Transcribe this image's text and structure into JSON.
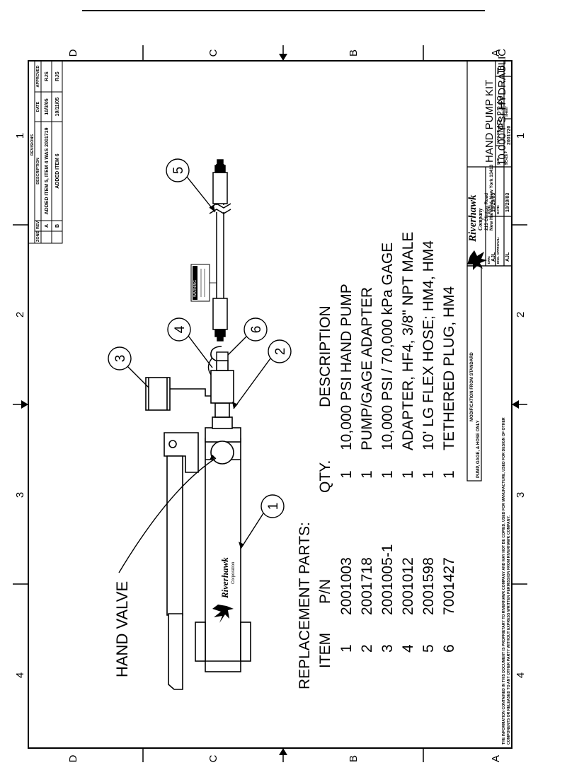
{
  "zone_letters": [
    "D",
    "C",
    "B",
    "A"
  ],
  "zone_numbers": [
    "1",
    "2",
    "3",
    "4"
  ],
  "callout_hand_valve": "HAND VALVE",
  "parts_list": {
    "title": "REPLACEMENT PARTS:",
    "headers": [
      "ITEM",
      "P/N",
      "QTY.",
      "DESCRIPTION"
    ],
    "rows": [
      [
        "1",
        "2001003",
        "1",
        "10,000 PSI HAND PUMP"
      ],
      [
        "2",
        "2001718",
        "1",
        "PUMP/GAGE ADAPTER"
      ],
      [
        "3",
        "2001005-1",
        "1",
        "10,000 PSI / 70,000 kPa GAGE"
      ],
      [
        "4",
        "2001012",
        "1",
        "ADAPTER, HF4, 3/8\" NPT MALE"
      ],
      [
        "5",
        "2001598",
        "1",
        "10' LG FLEX HOSE; HM4, HM4"
      ],
      [
        "6",
        "7001427",
        "1",
        "TETHERED PLUG, HM4"
      ]
    ]
  },
  "balloons": [
    "1",
    "2",
    "3",
    "4",
    "5",
    "6"
  ],
  "pump_logo": {
    "name": "Riverhawk",
    "sub": "Corporation"
  },
  "hose_tag_text": "WARNING",
  "revisions": {
    "title": "REVISIONS",
    "headers": [
      "ZONE",
      "REV",
      "DESCRIPTION",
      "DATE",
      "APPROVED"
    ],
    "rows": [
      [
        "",
        "A",
        "ADDED ITEM 5, ITEM 4 WAS 2001719",
        "10/3/05",
        "RJS"
      ],
      [
        "",
        "B",
        "ADDED ITEM 6",
        "10/11/05",
        "RJS"
      ]
    ]
  },
  "title_block": {
    "company": "Riverhawk",
    "company_sub": "Company",
    "address1": "215 Clinton Road",
    "address2": "New Hartford, New York 13413",
    "title_line1": "10,000 PSI HYDRAULIC",
    "title_line2": "HAND PUMP KIT",
    "size_label": "SIZE",
    "dwg_label": "DWG NO.",
    "dwg_no": "MP-2349",
    "rev_label": "REV",
    "rev": "B",
    "scale_label": "SCALE",
    "part_no": "2001720",
    "sheet_label": "SHEET",
    "drawn_label": "DRN:",
    "drawn_by": "AJL",
    "date_label": "DATE:",
    "drawn_date": "10/20/03",
    "eng_label": "ENG. APPROVAL:",
    "eng_by": "AJL",
    "eng_date": "10/20/03"
  },
  "modification": {
    "label": "MODIFICATION FROM STANDARD",
    "text": "PUMP, GAGE, & HOSE ONLY"
  },
  "proprietary_line1": "THE INFORMATION CONTAINED IN THIS DOCUMENT IS PROPRIETARY TO RIVERHAWK COMPANY AND MAY NOT BE COPIED, USED FOR MANUFACTURE, USED FOR DESIGN OF OTHER",
  "proprietary_line2": "COMPONENTS OR RELEASED TO ANY OTHER PARTY WITHOUT EXPRESS WRITTEN PERMISSION FROM RIVERHAWK COMPANY."
}
